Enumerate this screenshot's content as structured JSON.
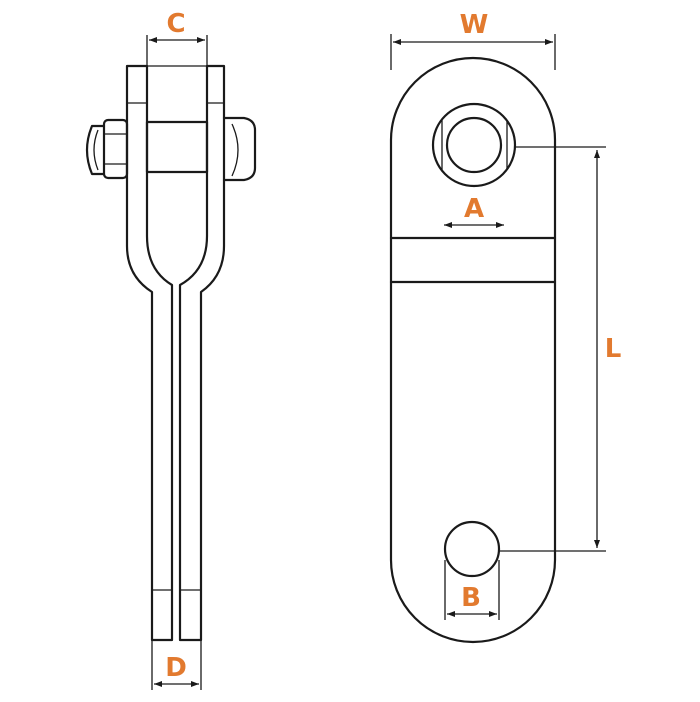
{
  "colors": {
    "label": "#e27a2f",
    "line": "#1a1a1a",
    "background": "#ffffff"
  },
  "dimensions": {
    "c": "C",
    "d": "D",
    "w": "W",
    "a": "A",
    "b": "B",
    "l": "L"
  }
}
